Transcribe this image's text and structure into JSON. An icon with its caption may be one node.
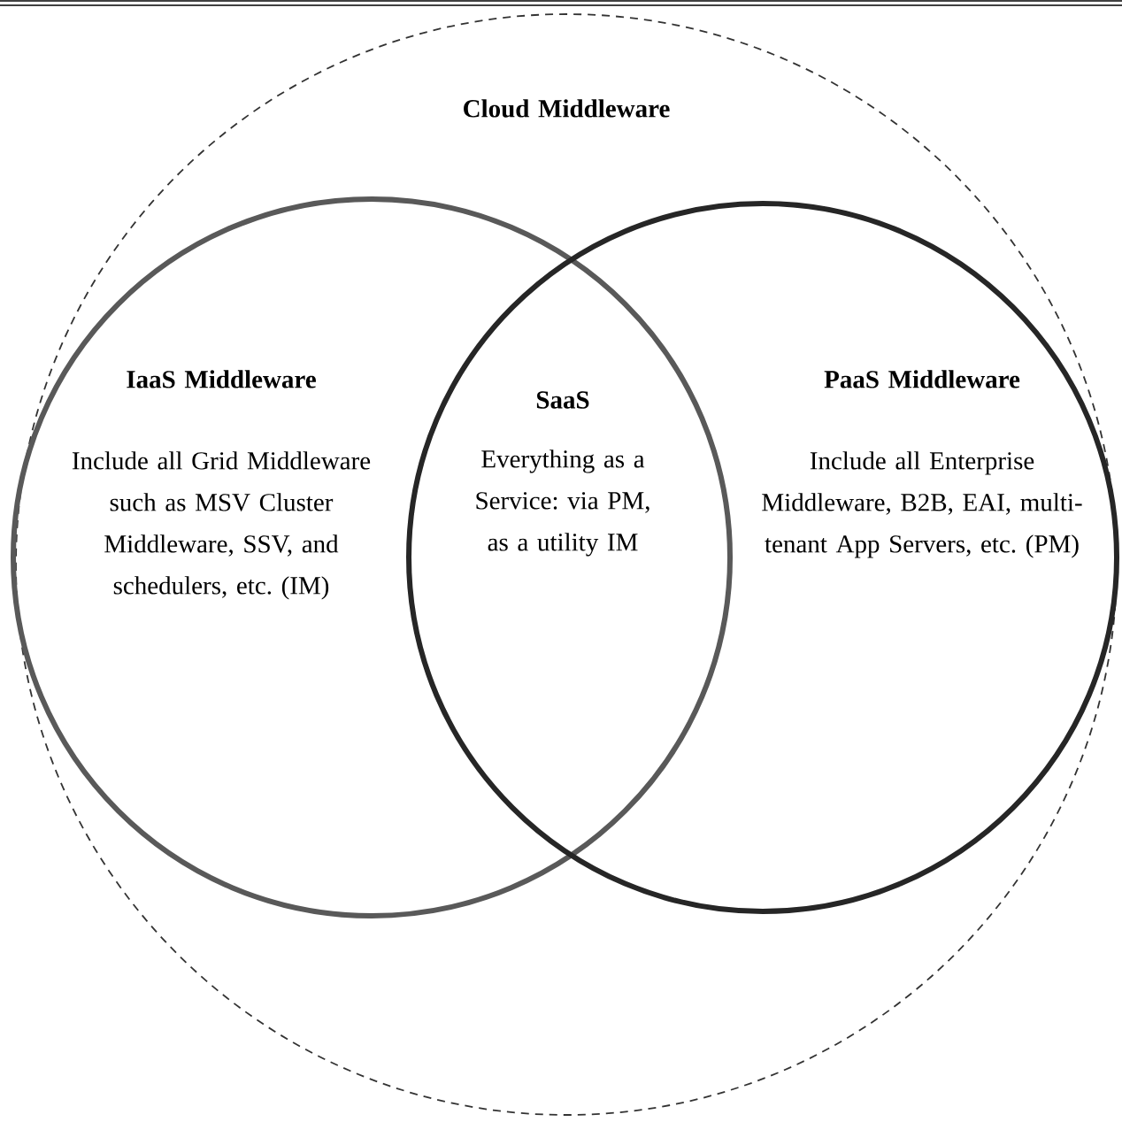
{
  "diagram": {
    "nodes": [
      {
        "text": [
          "Cloud Middleware"
        ]
      },
      {
        "text": [
          "IaaS Middleware",
          "Include all Grid Middleware such as MSV Cluster Middleware, SSV, and schedulers, etc. (IM)"
        ],
        "in": 0
      },
      {
        "text": [
          "PaaS Middleware",
          "Include all Enterprise Middleware, B2B, EAI, multi-tenant App Servers, etc. (PM)"
        ],
        "in": 0
      }
    ],
    "labels": [
      "SaaS",
      "Everything as a Service: via PM, as a utility IM"
    ]
  }
}
